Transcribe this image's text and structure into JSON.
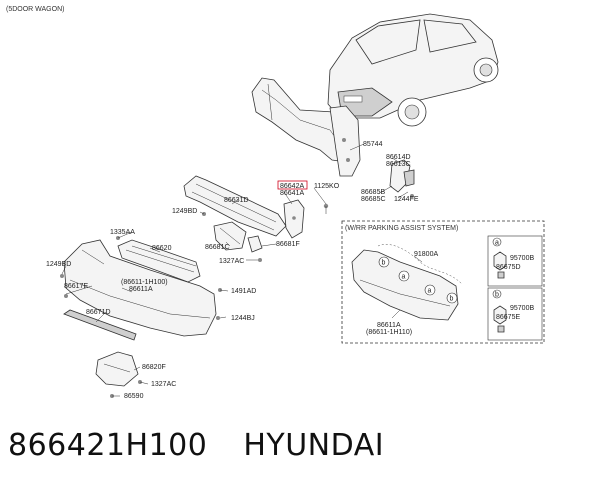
{
  "header": {
    "title": "(5DOOR WAGON)"
  },
  "labels": {
    "p85744": "85744",
    "p86614D": "86614D",
    "p86613C": "86613C",
    "p86642A": "86642A",
    "p86641A_upper": "86641A",
    "p1125KO": "1125KO",
    "p86685B": "86685B",
    "p86685C": "86685C",
    "p1244FE": "1244FE",
    "p86631D": "86631D",
    "p1249BD_a": "1249BD",
    "p1335AA": "1335AA",
    "p86620": "86620",
    "p86681C": "86681C",
    "p86681F": "86681F",
    "p1327AC_a": "1327AC",
    "p1249BD_b": "1249BD",
    "p86611_1H100": "(86611-1H100)",
    "p86611A": "86611A",
    "p1491AD": "1491AD",
    "p86617E": "86617E",
    "p86671D": "86671D",
    "p1244BJ": "1244BJ",
    "p86820F": "86820F",
    "p1327AC_b": "1327AC",
    "p86590": "86590"
  },
  "inset": {
    "title": "(W/RR PARKING ASSIST SYSTEM)",
    "p91800A": "91800A",
    "p86611A": "86611A",
    "p86611_1H110": "(86611-1H110)",
    "marker_a": "a",
    "marker_b": "b",
    "legend_a_marker": "a",
    "legend_a_p1": "95700B",
    "legend_a_p2": "86675D",
    "legend_b_marker": "b",
    "legend_b_p1": "95700B",
    "legend_b_p2": "86675E"
  },
  "caption": {
    "part_number": "866421H100",
    "brand": "HYUNDAI"
  },
  "colors": {
    "highlight": "#d0021b",
    "line": "#333333"
  }
}
